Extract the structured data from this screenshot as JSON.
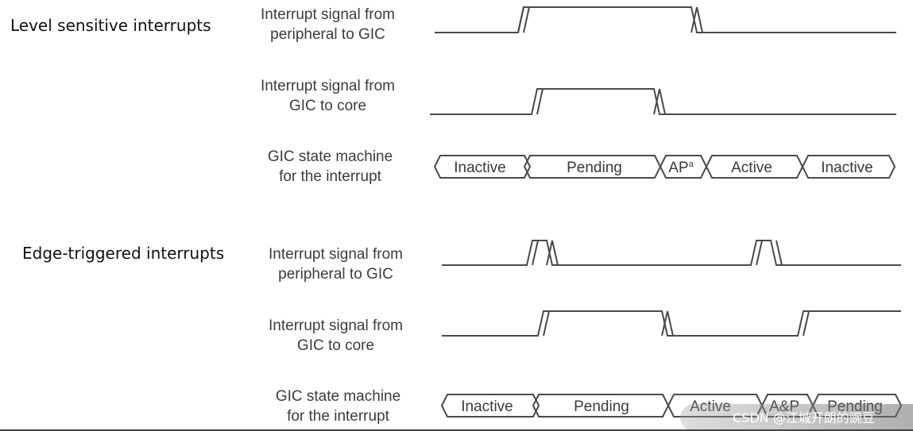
{
  "sections": {
    "level": {
      "title": "Level sensitive interrupts"
    },
    "edge": {
      "title": "Edge-triggered interrupts"
    }
  },
  "rows": {
    "level_periph": {
      "line1": "Interrupt signal from",
      "line2": "peripheral to GIC"
    },
    "level_core": {
      "line1": "Interrupt signal from",
      "line2": "GIC to core"
    },
    "level_state": {
      "line1": "GIC state machine",
      "line2": "for the interrupt"
    },
    "edge_periph": {
      "line1": "Interrupt signal from",
      "line2": "peripheral to GIC"
    },
    "edge_core": {
      "line1": "Interrupt signal from",
      "line2": "GIC to core"
    },
    "edge_state": {
      "line1": "GIC state machine",
      "line2": "for the interrupt"
    }
  },
  "states": {
    "level": [
      "Inactive",
      "Pending",
      "AP",
      "Active",
      "Inactive"
    ],
    "level_ap_superscript": "a",
    "edge": [
      "Inactive",
      "Pending",
      "Active",
      "A&P",
      "Pending"
    ]
  },
  "watermark": "CSDN @江城开朗的豌豆",
  "colors": {
    "line": "#4a4a4a",
    "text": "#3a3a3a"
  }
}
